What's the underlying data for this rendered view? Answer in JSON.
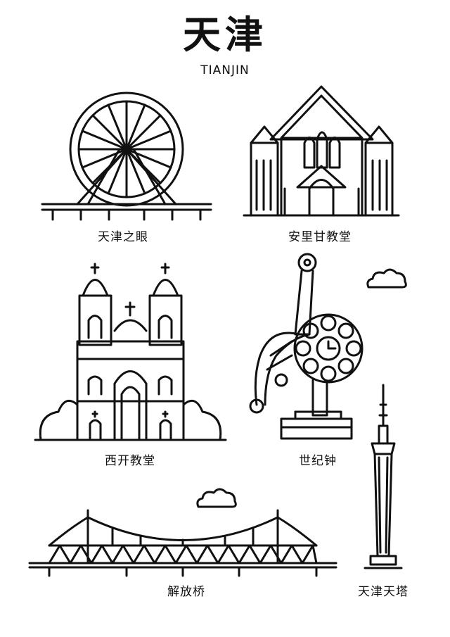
{
  "poster": {
    "title": "天津",
    "subtitle": "TIANJIN"
  },
  "landmarks": [
    {
      "caption": "天津之眼"
    },
    {
      "caption": "安里甘教堂"
    },
    {
      "caption": "西开教堂"
    },
    {
      "caption": "世纪钟"
    },
    {
      "caption": "解放桥"
    },
    {
      "caption": "天津天塔"
    }
  ]
}
